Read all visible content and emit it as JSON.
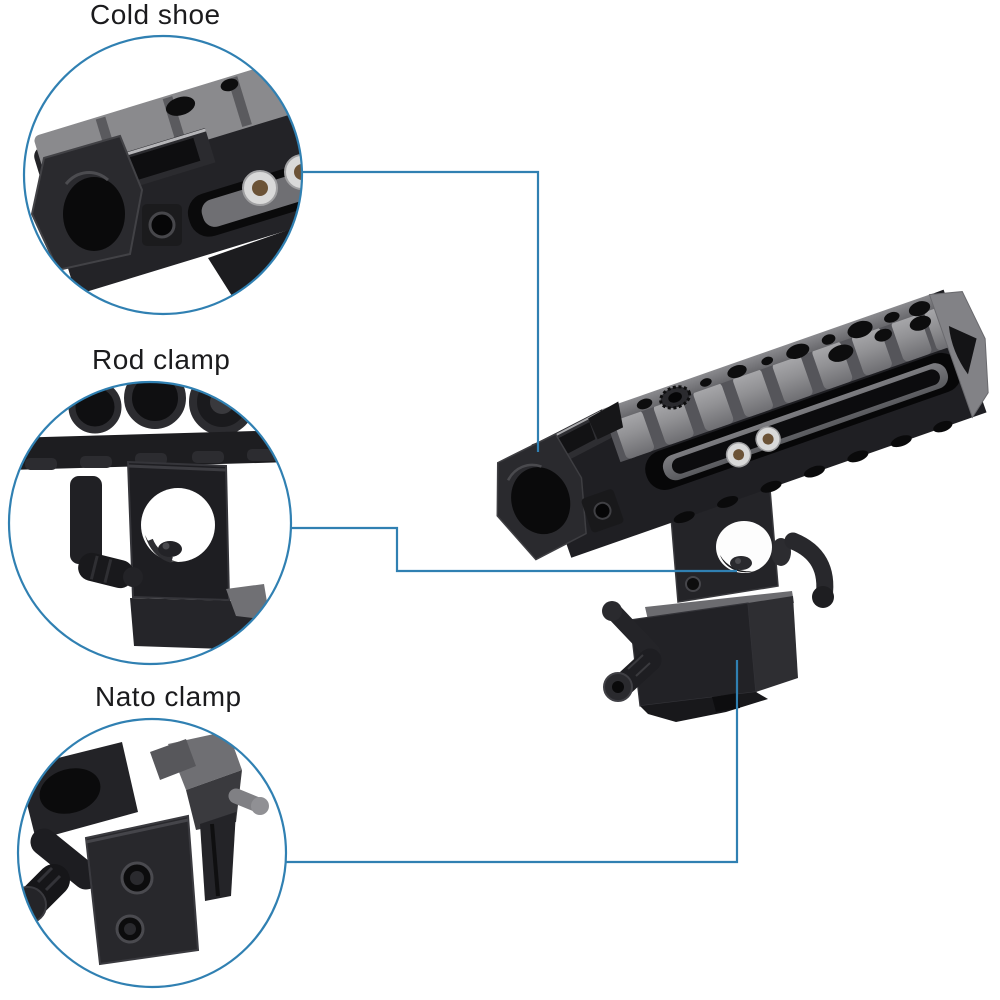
{
  "page": {
    "background": "#ffffff"
  },
  "callouts": [
    {
      "id": "cold-shoe",
      "label": "Cold shoe"
    },
    {
      "id": "rod-clamp",
      "label": "Rod clamp"
    },
    {
      "id": "nato-clamp",
      "label": "Nato clamp"
    }
  ],
  "colors": {
    "accent": "#3080b2",
    "background": "#ffffff",
    "text_color": "#1b1b1d",
    "body_black": "#202024",
    "metal_grey": "#97979a",
    "screw_silver": "#d9d9d9"
  }
}
